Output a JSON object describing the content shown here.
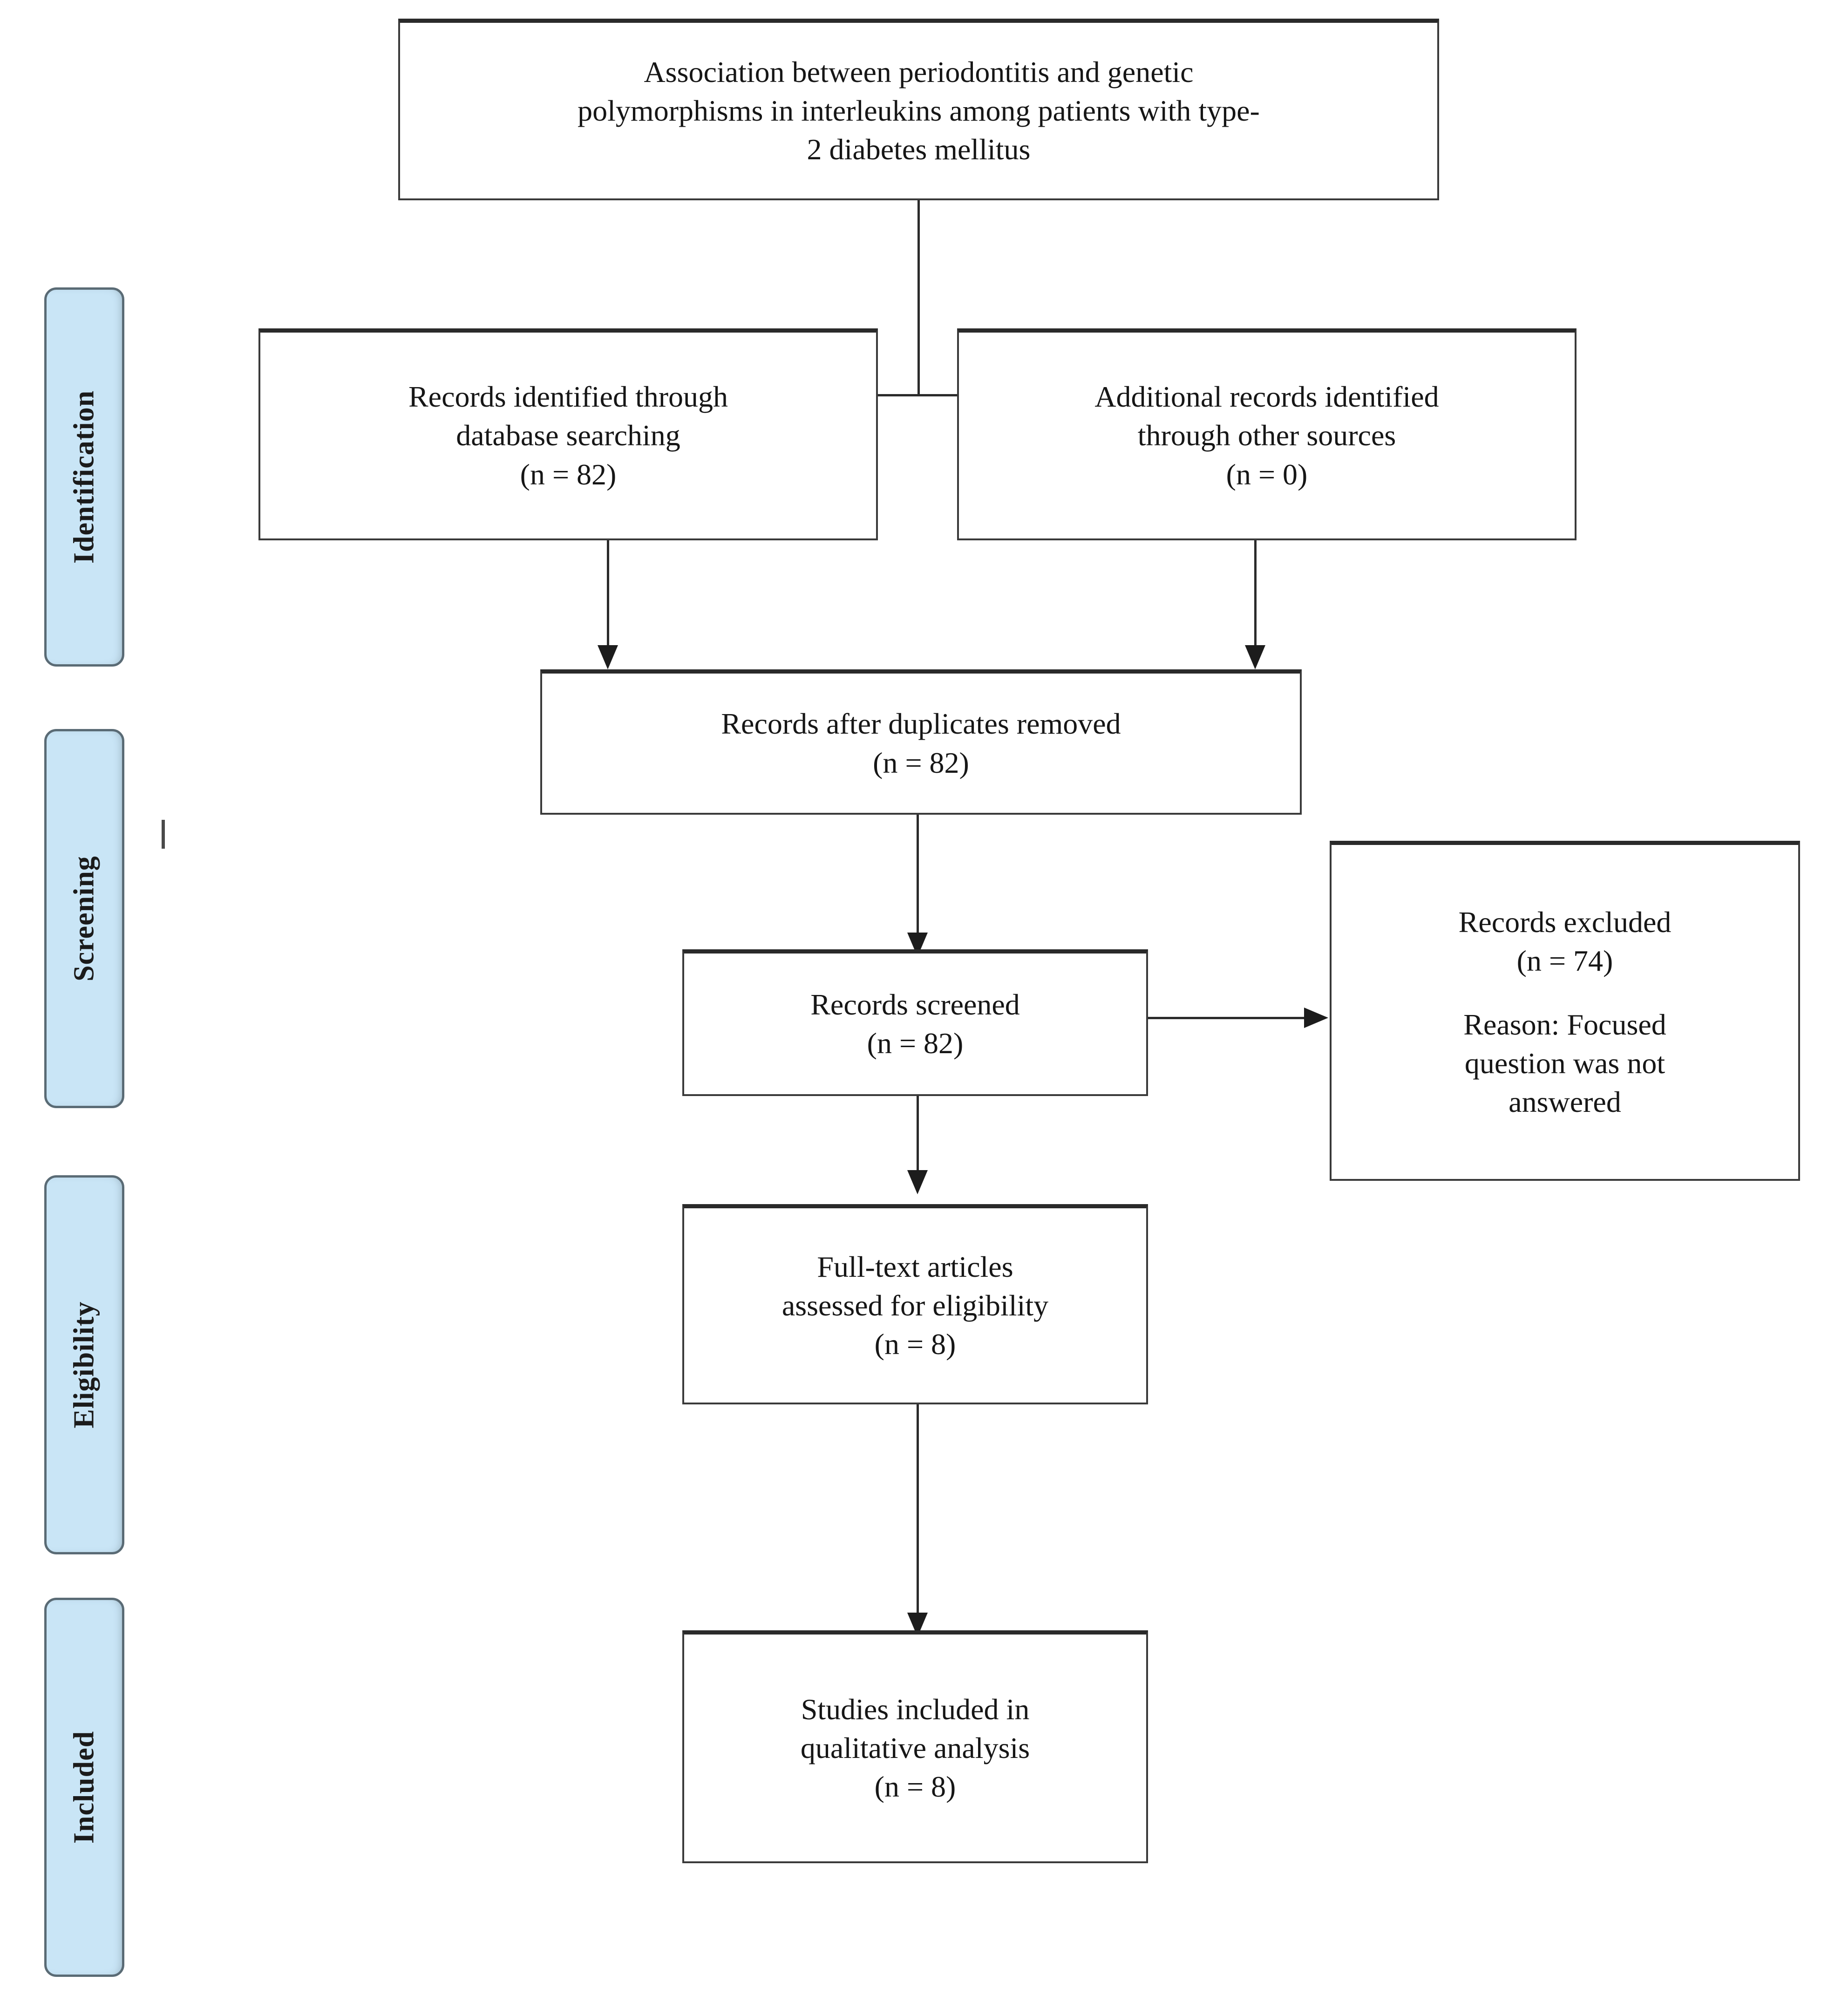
{
  "diagram": {
    "type": "prisma-flow-diagram",
    "title_box": {
      "text": "Association between periodontitis and genetic\npolymorphisms in interleukins among patients with type-\n2 diabetes mellitus"
    },
    "stages": [
      {
        "id": "identification",
        "label": "Identification"
      },
      {
        "id": "screening",
        "label": "Screening"
      },
      {
        "id": "eligibility",
        "label": "Eligibility"
      },
      {
        "id": "included",
        "label": "Included"
      }
    ],
    "nodes": [
      {
        "id": "records-database",
        "stage": "identification",
        "text": "Records identified through\ndatabase searching\n(n = 82)",
        "count": 82
      },
      {
        "id": "records-other-sources",
        "stage": "identification",
        "text": "Additional records identified\nthrough other sources\n(n = 0)",
        "count": 0
      },
      {
        "id": "records-duplicates-removed",
        "stage": "screening",
        "text": "Records after duplicates removed\n(n = 82)",
        "count": 82
      },
      {
        "id": "records-screened",
        "stage": "screening",
        "text": "Records screened\n(n = 82)",
        "count": 82
      },
      {
        "id": "records-excluded",
        "stage": "screening",
        "text_primary": "Records excluded\n(n = 74)",
        "text_secondary": "Reason: Focused\nquestion was not\nanswered",
        "count": 74
      },
      {
        "id": "fulltext-assessed",
        "stage": "eligibility",
        "text": "Full-text articles\nassessed for eligibility\n(n = 8)",
        "count": 8
      },
      {
        "id": "studies-included",
        "stage": "included",
        "text": "Studies included in\nqualitative analysis\n(n = 8)",
        "count": 8
      }
    ],
    "colors": {
      "stage_band_fill": "#c9e5f6",
      "stage_band_border": "#5a6b75",
      "node_border": "#3a3a3a",
      "connector": "#2b2b2b",
      "background": "#ffffff",
      "text": "#161616"
    }
  }
}
